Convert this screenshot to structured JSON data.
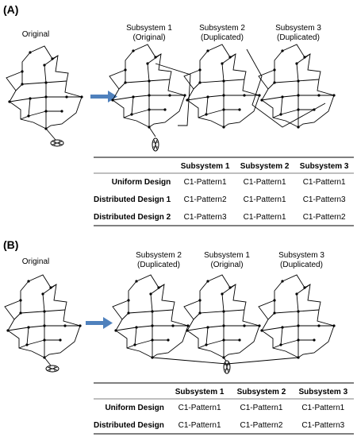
{
  "panel_a": {
    "label": "(A)",
    "original_label": "Original",
    "subsystems": [
      {
        "line1": "Subsystem 1",
        "line2": "(Original)"
      },
      {
        "line1": "Subsystem 2",
        "line2": "(Duplicated)"
      },
      {
        "line1": "Subsystem 3",
        "line2": "(Duplicated)"
      }
    ],
    "table": {
      "headers": [
        "Subsystem 1",
        "Subsystem 2",
        "Subsystem 3"
      ],
      "rows": [
        {
          "name": "Uniform Design",
          "cells": [
            "C1-Pattern1",
            "C1-Pattern1",
            "C1-Pattern1"
          ]
        },
        {
          "name": "Distributed Design 1",
          "cells": [
            "C1-Pattern2",
            "C1-Pattern1",
            "C1-Pattern3"
          ]
        },
        {
          "name": "Distributed Design 2",
          "cells": [
            "C1-Pattern3",
            "C1-Pattern1",
            "C1-Pattern2"
          ]
        }
      ]
    }
  },
  "panel_b": {
    "label": "(B)",
    "original_label": "Original",
    "subsystems": [
      {
        "line1": "Subsystem 2",
        "line2": "(Duplicated)"
      },
      {
        "line1": "Subsystem 1",
        "line2": "(Original)"
      },
      {
        "line1": "Subsystem 3",
        "line2": "(Duplicated)"
      }
    ],
    "table": {
      "headers": [
        "Subsystem 1",
        "Subsystem 2",
        "Subsystem 3"
      ],
      "rows": [
        {
          "name": "Uniform Design",
          "cells": [
            "C1-Pattern1",
            "C1-Pattern1",
            "C1-Pattern1"
          ]
        },
        {
          "name": "Distributed Design",
          "cells": [
            "C1-Pattern1",
            "C1-Pattern2",
            "C1-Pattern3"
          ]
        }
      ]
    }
  },
  "colors": {
    "arrow": "#4f81bd",
    "lines": "#000000",
    "table_rule": "#000000"
  }
}
